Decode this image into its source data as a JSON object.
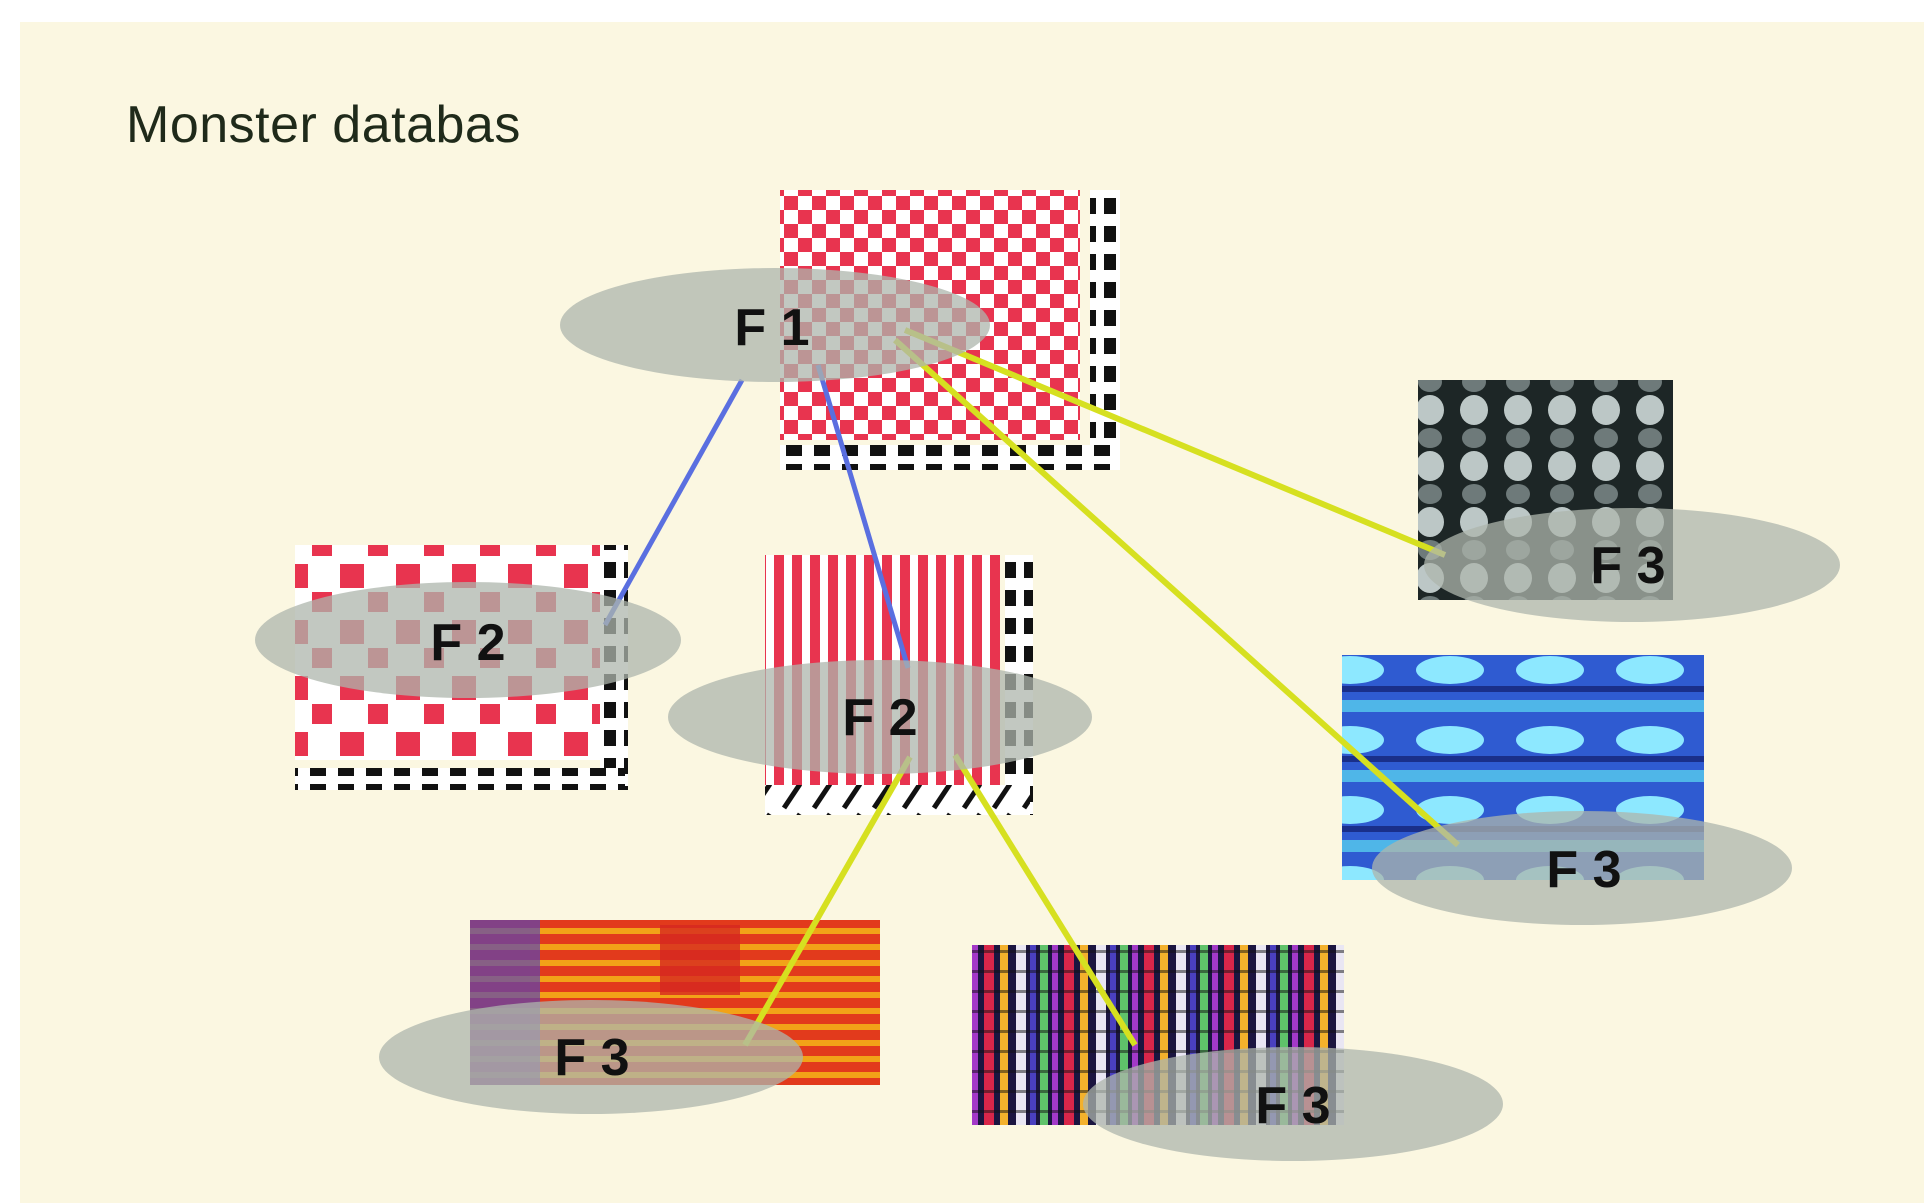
{
  "title": "Monster databas",
  "nodes": [
    {
      "id": "root",
      "label": "F 1",
      "level": 1,
      "pattern": "pink-checker"
    },
    {
      "id": "mid-left",
      "label": "F 2",
      "level": 2,
      "pattern": "pink-checker-large"
    },
    {
      "id": "mid-center",
      "label": "F 2",
      "level": 2,
      "pattern": "pink-stripes"
    },
    {
      "id": "right-top",
      "label": "F 3",
      "level": 3,
      "pattern": "grey-knit"
    },
    {
      "id": "right-mid",
      "label": "F 3",
      "level": 3,
      "pattern": "blue-weave"
    },
    {
      "id": "bottom-left",
      "label": "F 3",
      "level": 3,
      "pattern": "orange-stripes"
    },
    {
      "id": "bottom-right",
      "label": "F 3",
      "level": 3,
      "pattern": "multicolor-stripes"
    }
  ],
  "edges": [
    {
      "from": "root",
      "to": "mid-left",
      "color": "#5a6fe0"
    },
    {
      "from": "root",
      "to": "mid-center",
      "color": "#5a6fe0"
    },
    {
      "from": "root",
      "to": "right-top",
      "color": "#d6e020"
    },
    {
      "from": "root",
      "to": "right-mid",
      "color": "#d6e020"
    },
    {
      "from": "mid-center",
      "to": "bottom-left",
      "color": "#d6e020"
    },
    {
      "from": "mid-center",
      "to": "bottom-right",
      "color": "#d6e020"
    }
  ]
}
